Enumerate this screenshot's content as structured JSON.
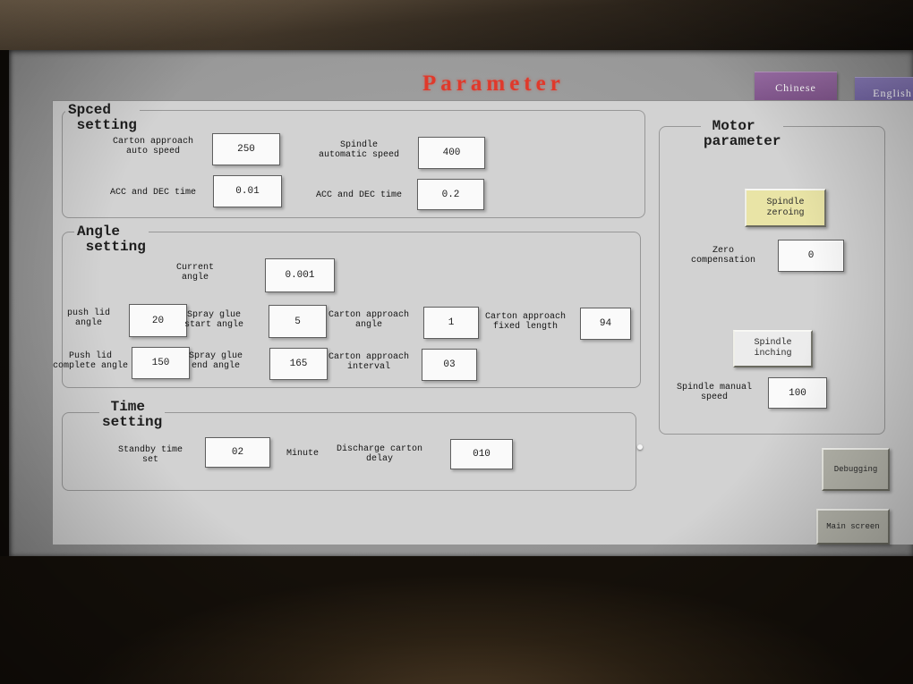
{
  "title": "Parameter",
  "nav": {
    "chinese": "Chinese",
    "english": "English",
    "debugging": "Debugging",
    "main_screen": "Main screen"
  },
  "speed_setting": {
    "header": "Spced\n setting",
    "fields": [
      {
        "label": "Carton approach\nauto speed",
        "value": "250"
      },
      {
        "label": "Spindle\nautomatic speed",
        "value": "400"
      },
      {
        "label": "ACC and DEC time",
        "value": "0.01"
      },
      {
        "label": "ACC and DEC time",
        "value": "0.2"
      }
    ]
  },
  "angle_setting": {
    "header": "Angle\n setting",
    "current_angle": {
      "label": "Current\nangle",
      "value": "0.001"
    },
    "row1": [
      {
        "label": "push lid\nangle",
        "value": "20"
      },
      {
        "label": "Spray glue\nstart angle",
        "value": "5"
      },
      {
        "label": "Carton approach\nangle",
        "value": "1"
      },
      {
        "label": "Carton approach\nfixed length",
        "value": "94"
      }
    ],
    "row2": [
      {
        "label": "Push lid\ncomplete angle",
        "value": "150"
      },
      {
        "label": "Spray glue\nend angle",
        "value": "165"
      },
      {
        "label": "Carton approach\ninterval",
        "value": "03"
      }
    ]
  },
  "time_setting": {
    "header": " Time\nsetting",
    "standby": {
      "label": "Standby time\nset",
      "value": "02",
      "unit": "Minute"
    },
    "discharge": {
      "label": "Discharge carton\ndelay",
      "value": "010"
    }
  },
  "motor_parameter": {
    "header": " Motor\nparameter",
    "spindle_zeroing_button": "Spindle\nzeroing",
    "zero_compensation": {
      "label": "Zero\ncompensation",
      "value": "0"
    },
    "spindle_inching_button": "Spindle\ninching",
    "spindle_manual_speed": {
      "label": "Spindle manual\nspeed",
      "value": "100"
    }
  }
}
